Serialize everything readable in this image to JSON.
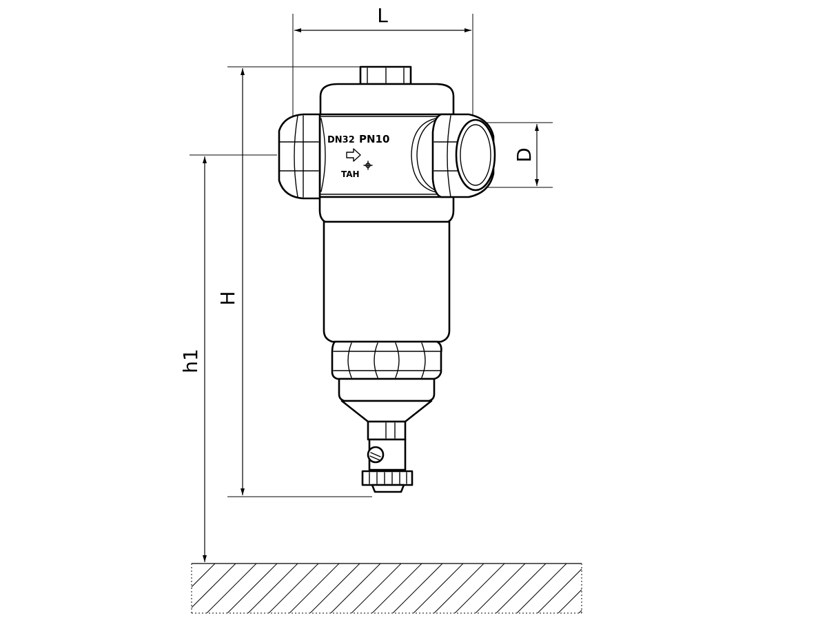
{
  "dimensions": {
    "length_label": "L",
    "total_height_label": "H",
    "connection_label": "D",
    "install_height_label": "h1"
  },
  "product_markings": {
    "size": "DN32",
    "pressure": "PN10",
    "brand": "TAH"
  },
  "icons": {
    "flow_arrow": "flow-direction-arrow-icon",
    "brand_logo": "brand-logo-icon",
    "floor": "floor-hatch"
  }
}
